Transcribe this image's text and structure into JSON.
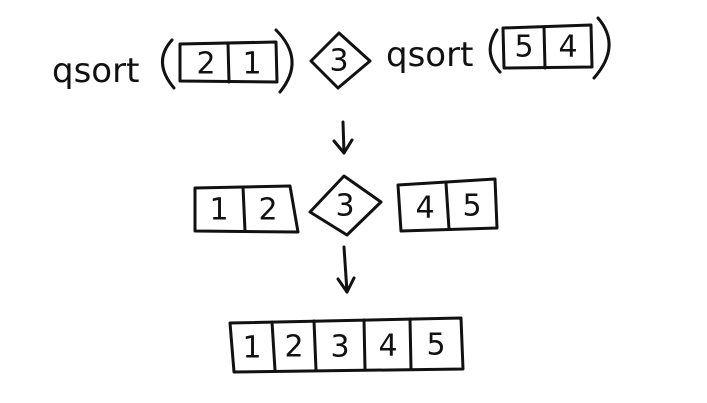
{
  "diagram": {
    "title": "Quicksort recursion example",
    "step1": {
      "left_call": {
        "function": "qsort",
        "array": [
          "2",
          "1"
        ]
      },
      "pivot": "3",
      "right_call": {
        "function": "qsort",
        "array": [
          "5",
          "4"
        ]
      }
    },
    "step2": {
      "left_sorted": [
        "1",
        "2"
      ],
      "pivot": "3",
      "right_sorted": [
        "4",
        "5"
      ]
    },
    "step3": {
      "result": [
        "1",
        "2",
        "3",
        "4",
        "5"
      ]
    }
  }
}
